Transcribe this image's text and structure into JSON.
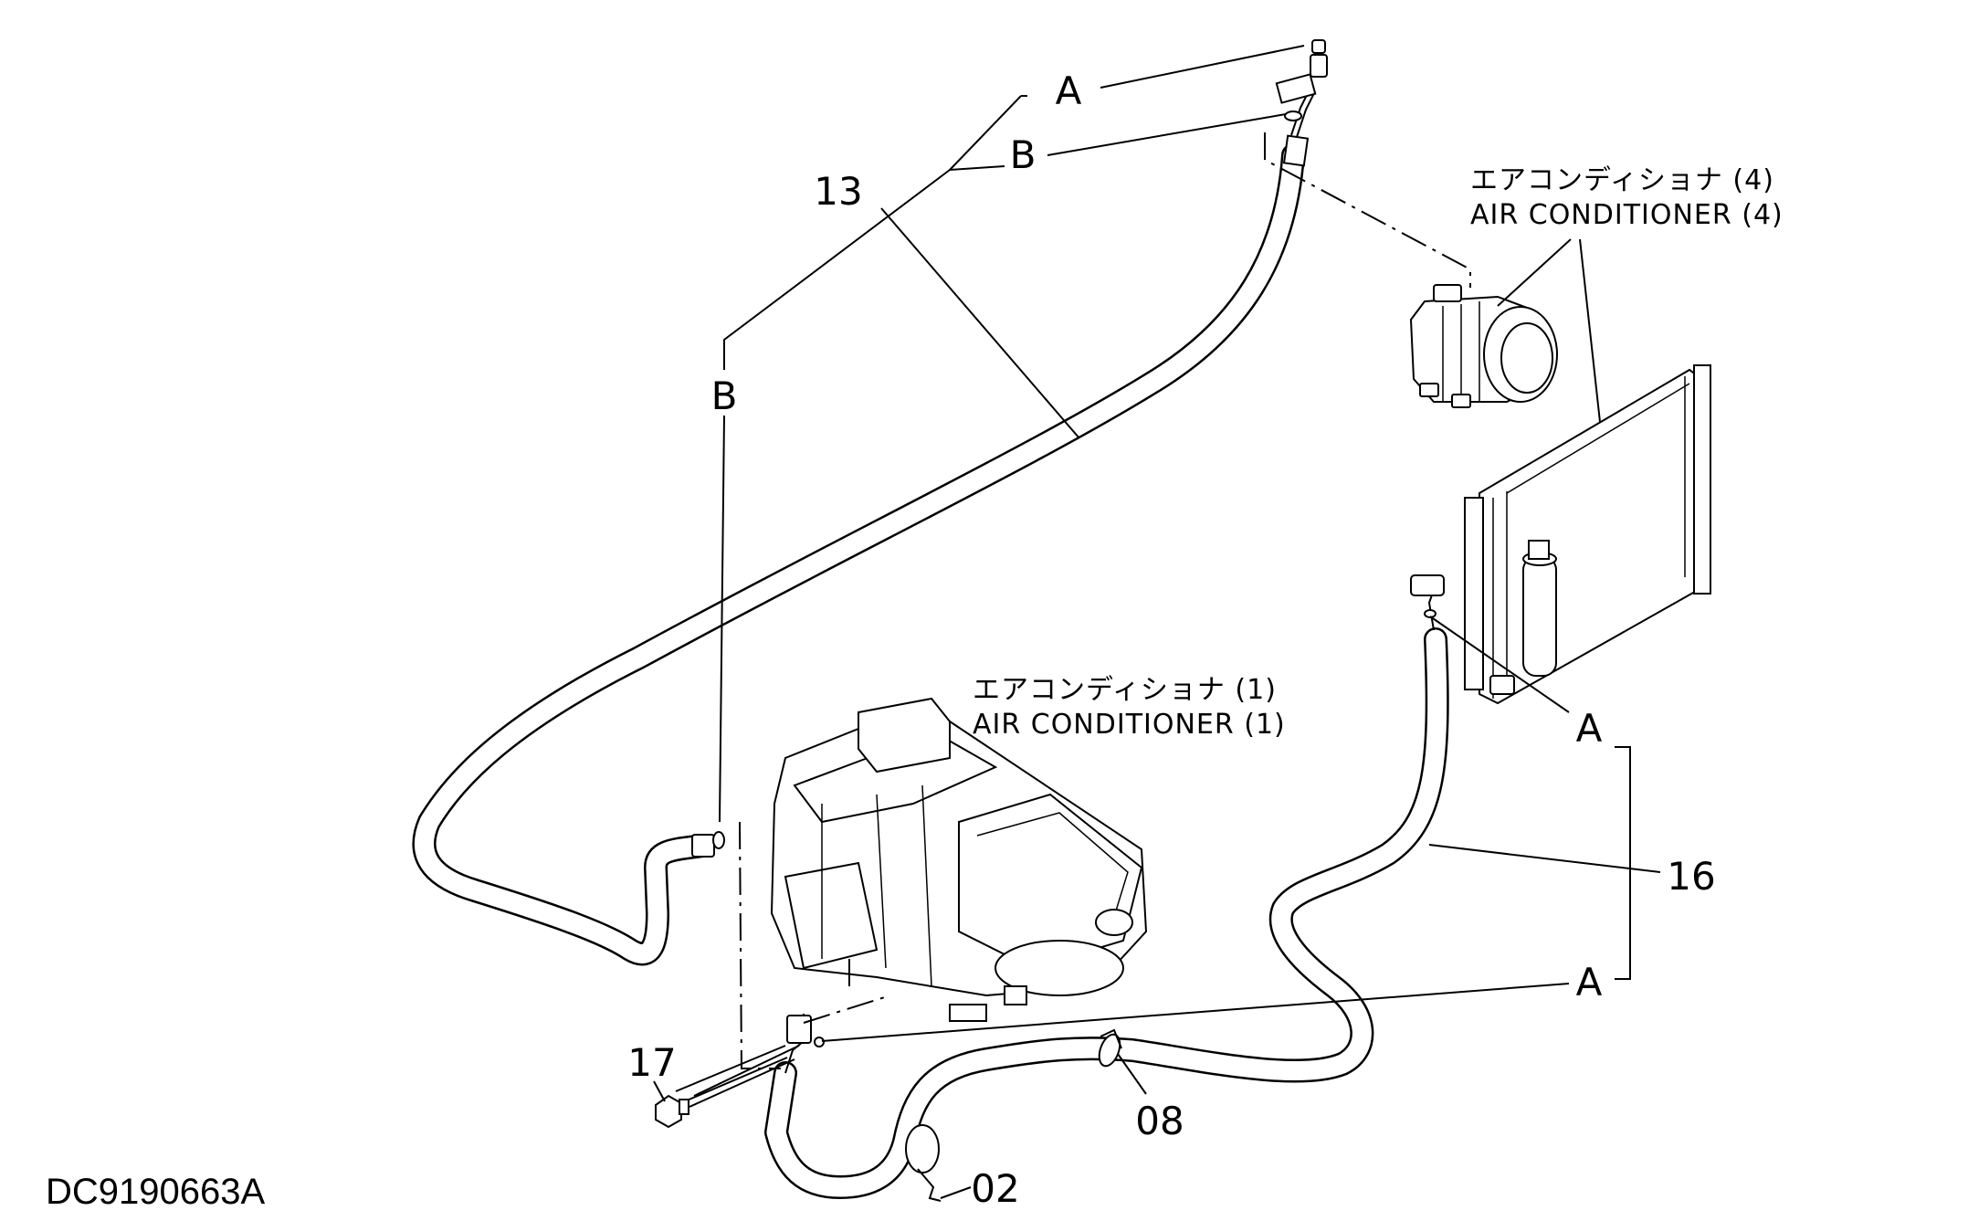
{
  "labels": {
    "connection_a_top": "A",
    "connection_b_top": "B",
    "connection_b_left": "B",
    "connection_a_right_upper": "A",
    "connection_a_right_lower": "A"
  },
  "parts": {
    "hose_13": "13",
    "hose_16": "16",
    "bolt_17": "17",
    "clip_08": "08",
    "clip_02": "02"
  },
  "notes": {
    "ac4_japanese": "エアコンディショナ (4)",
    "ac4_english": "AIR CONDITIONER (4)",
    "ac1_japanese": "エアコンディショナ (1)",
    "ac1_english": "AIR CONDITIONER (1)"
  },
  "document_id": "DC9190663A"
}
